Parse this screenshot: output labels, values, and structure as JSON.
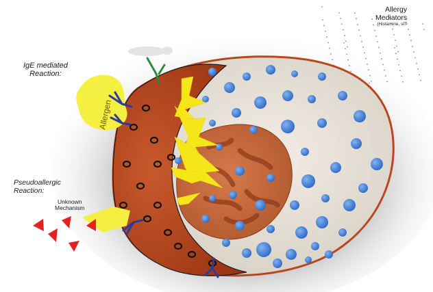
{
  "labels": {
    "ige_line1": "IgE mediated",
    "ige_line2": "Reaction:",
    "allergen": "Allergen",
    "pseudo_line1": "Pseudoallergic",
    "pseudo_line2": "Reaction:",
    "unknown_line1": "Unknown",
    "unknown_line2": "Mechanism",
    "mediators_line1": "Allergy",
    "mediators_line2": "Mediators",
    "mediators_detail": "(Histamine, sIT"
  },
  "colors": {
    "membrane": "#b8471f",
    "membrane_dark": "#8a2e12",
    "cytoplasm": "#ece6dc",
    "nucleus": "#c86a3e",
    "granule": "#3d7fd6",
    "lightning": "#f5e61a",
    "receptor_blue": "#2b3c9a",
    "receptor_green": "#2e8b3a",
    "pseudo_triangle": "#e32222",
    "mediator_dot": "#7f8f98"
  }
}
